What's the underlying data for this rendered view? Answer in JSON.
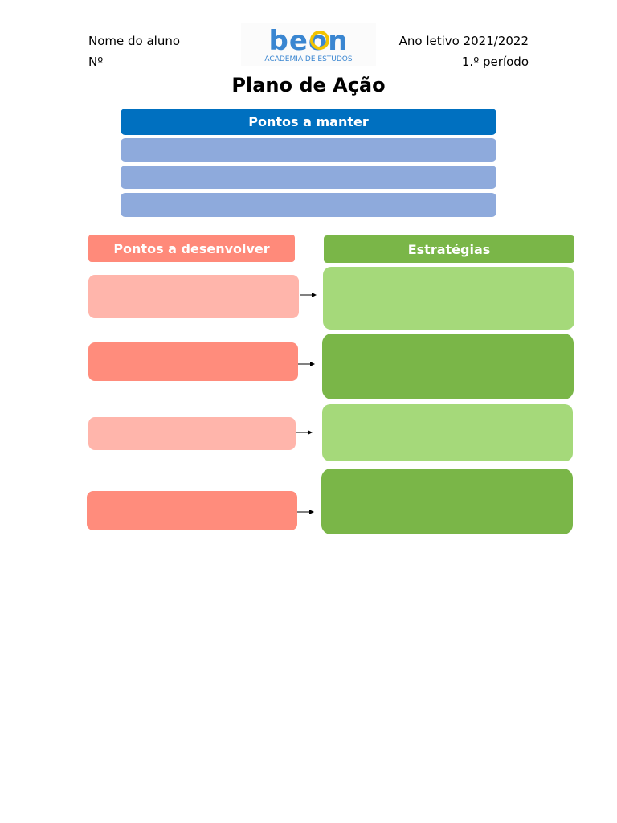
{
  "header": {
    "student_name_label": "Nome do aluno",
    "number_label": "Nº",
    "school_year": "Ano letivo 2021/2022",
    "period": "1.º período"
  },
  "logo": {
    "brand": "beon",
    "subtitle": "ACADEMIA DE ESTUDOS"
  },
  "title": "Plano de Ação",
  "keep_section": {
    "heading": "Pontos a manter",
    "rows": [
      "",
      "",
      ""
    ]
  },
  "develop_section": {
    "heading": "Pontos a desenvolver",
    "items": [
      "",
      "",
      "",
      ""
    ]
  },
  "strategies_section": {
    "heading": "Estratégias",
    "items": [
      "",
      "",
      "",
      ""
    ]
  },
  "colors": {
    "keep_heading": "#0070c0",
    "keep_row": "#8eaadc",
    "develop_heading": "#ff8a7a",
    "develop_light": "#ffb5ab",
    "develop_dark": "#ff8c7c",
    "strategy_heading": "#7ab648",
    "strategy_light": "#a5d97a",
    "strategy_dark": "#7ab648"
  }
}
